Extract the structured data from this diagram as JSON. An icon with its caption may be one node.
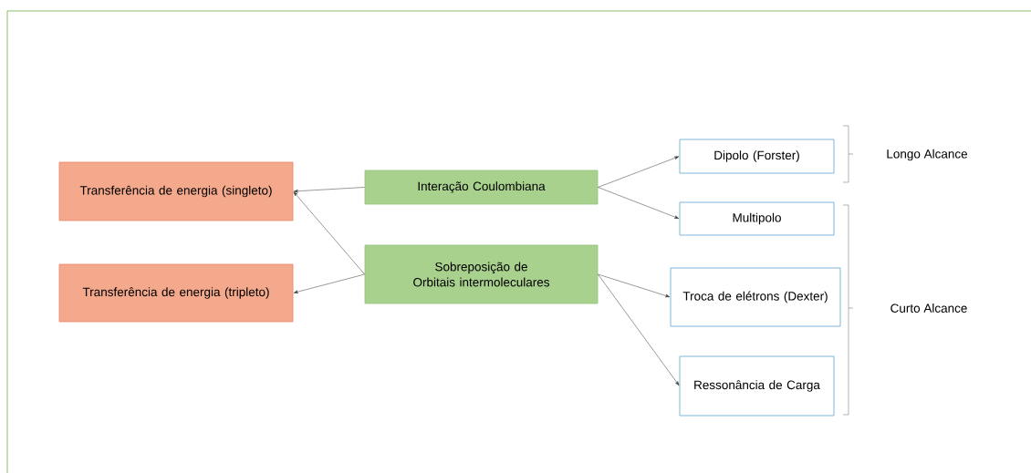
{
  "diagram": {
    "nodes": [
      {
        "text": [
          "Transferência de energia (singleto)"
        ]
      },
      {
        "text": [
          "Transferência de energia (tripleto)"
        ]
      },
      {
        "text": [
          "Interação Coulombiana"
        ]
      },
      {
        "text": [
          "Sobreposição de Orbitais intermoleculares"
        ]
      },
      {
        "text": [
          "Dipolo (Forster)"
        ]
      },
      {
        "text": [
          "Multipolo"
        ]
      },
      {
        "text": [
          "Troca de elétrons (Dexter)"
        ]
      },
      {
        "text": [
          "Ressonância de Carga"
        ]
      }
    ],
    "edges": [
      {
        "from": 2,
        "to": 0,
        "arrow": "to"
      },
      {
        "from": 3,
        "to": 0,
        "arrow": "to"
      },
      {
        "from": 3,
        "to": 1,
        "arrow": "to"
      },
      {
        "from": 2,
        "to": 4,
        "arrow": "to"
      },
      {
        "from": 2,
        "to": 5,
        "arrow": "to"
      },
      {
        "from": 3,
        "to": 6,
        "arrow": "to"
      },
      {
        "from": 3,
        "to": 7,
        "arrow": "to"
      }
    ],
    "labels": [
      "Longo Alcance",
      "Curto Alcance"
    ]
  }
}
